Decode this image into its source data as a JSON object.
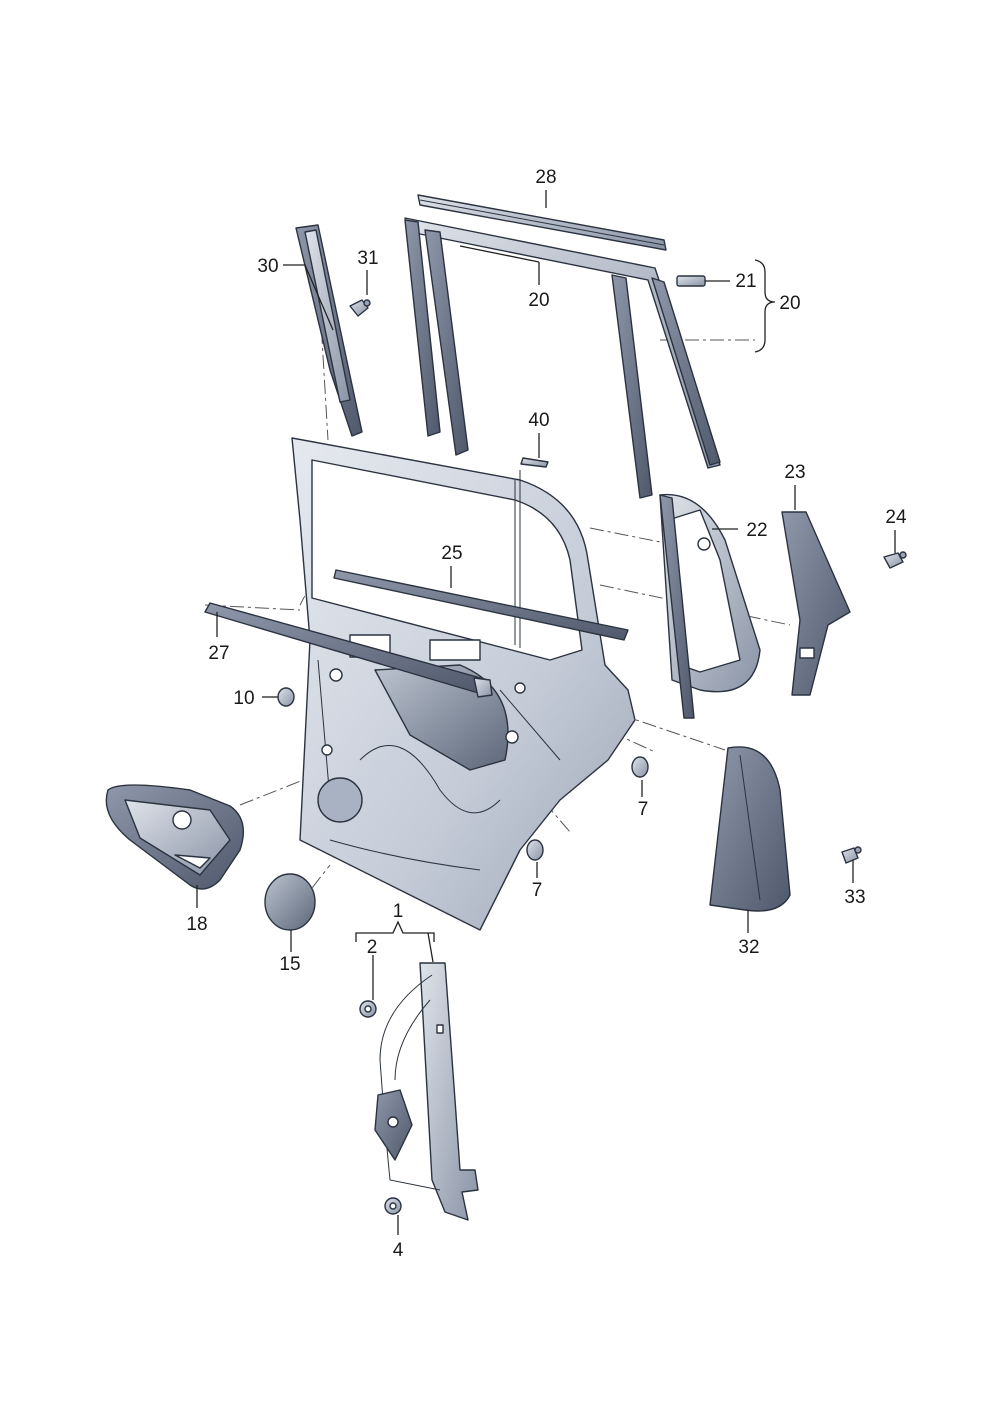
{
  "callouts": {
    "c1": "1",
    "c2": "2",
    "c4": "4",
    "c7a": "7",
    "c7b": "7",
    "c10": "10",
    "c15": "15",
    "c18": "18",
    "c20a": "20",
    "c20b": "20",
    "c21": "21",
    "c22": "22",
    "c23": "23",
    "c24": "24",
    "c25": "25",
    "c27": "27",
    "c28": "28",
    "c30": "30",
    "c31": "31",
    "c32": "32",
    "c33": "33",
    "c40": "40"
  },
  "colors": {
    "part_dark": "#6f7a8c",
    "part_mid": "#a9b2c2",
    "part_light": "#d9dee8",
    "panel_inner": "#bcc4d2",
    "outline": "#2b3340"
  }
}
